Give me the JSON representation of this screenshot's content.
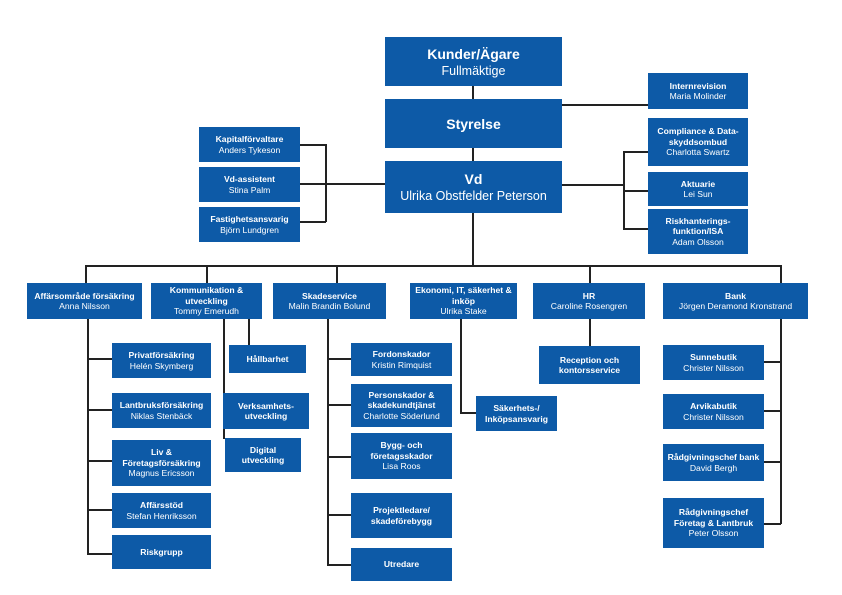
{
  "colors": {
    "box": "#0d5aa7",
    "text": "#ffffff",
    "line": "#222222"
  },
  "boxes": {
    "kunder": {
      "title": "Kunder/Ägare",
      "sub": "Fullmäktige"
    },
    "styrelse": {
      "title": "Styrelse",
      "sub": ""
    },
    "vd": {
      "title": "Vd",
      "sub": "Ulrika Obstfelder Peterson"
    },
    "internrevision": {
      "title": "Internrevision",
      "sub": "Maria Molinder"
    },
    "compliance": {
      "title": "Compliance & Data-skyddsombud",
      "sub": "Charlotta Swartz"
    },
    "aktuarie": {
      "title": "Aktuarie",
      "sub": "Lei Sun"
    },
    "riskhantering": {
      "title": "Riskhanterings-funktion/ISA",
      "sub": "Adam Olsson"
    },
    "kapitalforvaltare": {
      "title": "Kapitalförvaltare",
      "sub": "Anders Tykeson"
    },
    "vdassistent": {
      "title": "Vd-assistent",
      "sub": "Stina Palm"
    },
    "fastighet": {
      "title": "Fastighetsansvarig",
      "sub": "Björn Lundgren"
    },
    "affarsomrade": {
      "title": "Affärsområde försäkring",
      "sub": "Anna Nilsson"
    },
    "kommunikation": {
      "title": "Kommunikation & utveckling",
      "sub": "Tommy Emerudh"
    },
    "skadeservice": {
      "title": "Skadeservice",
      "sub": "Malin Brandin Bolund"
    },
    "ekonomi": {
      "title": "Ekonomi, IT, säkerhet & inköp",
      "sub": "Ulrika Stake"
    },
    "hr": {
      "title": "HR",
      "sub": "Caroline Rosengren"
    },
    "bank": {
      "title": "Bank",
      "sub": "Jörgen Deramond Kronstrand"
    },
    "privat": {
      "title": "Privatförsäkring",
      "sub": "Helén Skymberg"
    },
    "lantbruk": {
      "title": "Lantbruksförsäkring",
      "sub": "Niklas Stenbäck"
    },
    "liv": {
      "title": "Liv & Företagsförsäkring",
      "sub": "Magnus Ericsson"
    },
    "affarsstod": {
      "title": "Affärsstöd",
      "sub": "Stefan Henriksson"
    },
    "riskgrupp": {
      "title": "Riskgrupp",
      "sub": ""
    },
    "hallbarhet": {
      "title": "Hållbarhet",
      "sub": ""
    },
    "verksamhet": {
      "title": "Verksamhets-utveckling",
      "sub": ""
    },
    "digital": {
      "title": "Digital utveckling",
      "sub": ""
    },
    "fordon": {
      "title": "Fordonskador",
      "sub": "Kristin Rimquist"
    },
    "person": {
      "title": "Personskador & skadekundtjänst",
      "sub": "Charlotte Söderlund"
    },
    "bygg": {
      "title": "Bygg- och företagsskador",
      "sub": "Lisa Roos"
    },
    "projekt": {
      "title": "Projektledare/ skadeförebygg",
      "sub": ""
    },
    "utredare": {
      "title": "Utredare",
      "sub": ""
    },
    "sakerhet": {
      "title": "Säkerhets-/ Inköpsansvarig",
      "sub": ""
    },
    "reception": {
      "title": "Reception och kontorsservice",
      "sub": ""
    },
    "sunne": {
      "title": "Sunnebutik",
      "sub": "Christer Nilsson"
    },
    "arvika": {
      "title": "Arvikabutik",
      "sub": "Christer Nilsson"
    },
    "radgivningbank": {
      "title": "Rådgivningschef bank",
      "sub": "David Bergh"
    },
    "radgivningforetag": {
      "title": "Rådgivningschef Företag & Lantbruk",
      "sub": "Peter Olsson"
    }
  }
}
